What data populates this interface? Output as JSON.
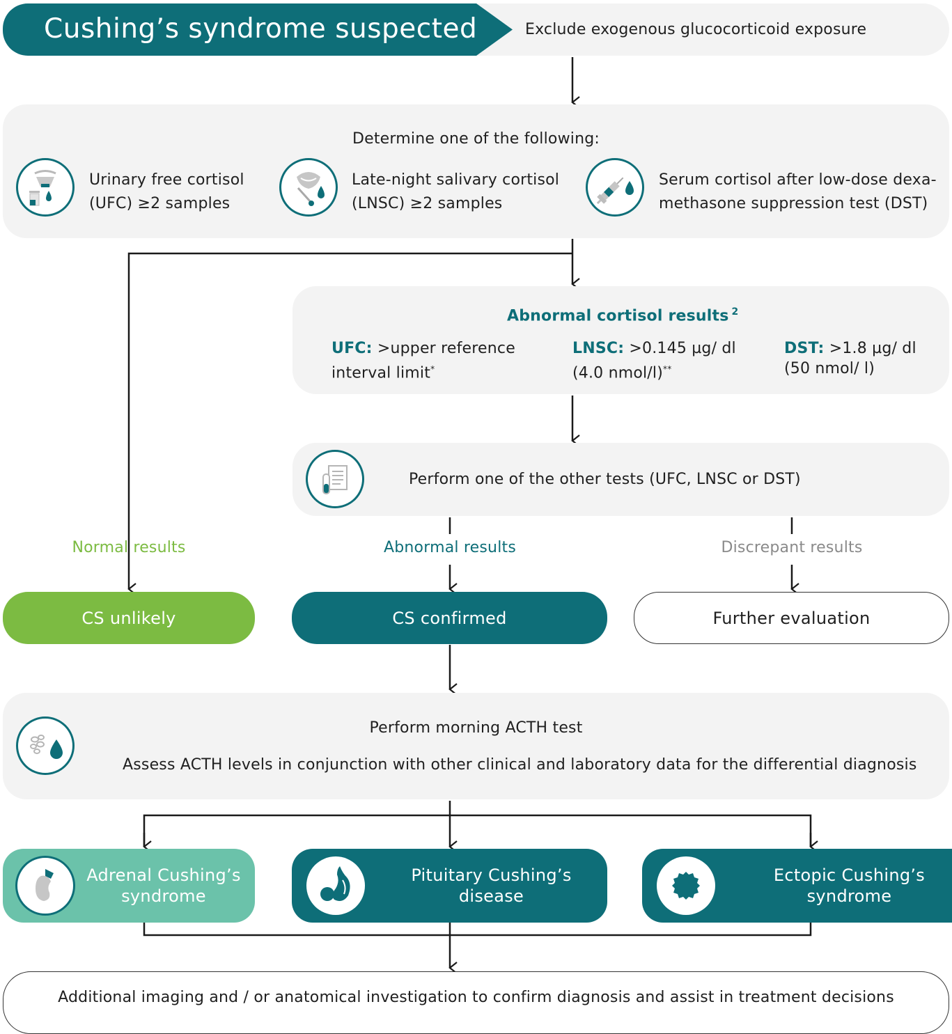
{
  "header": {
    "title": "Cushing’s syndrome suspected",
    "exclude": "Exclude exogenous glucocorticoid exposure"
  },
  "determine": {
    "heading": "Determine one of the following:",
    "tests": [
      {
        "line1": "Urinary free cortisol",
        "line2": "(UFC) ≥2 samples",
        "icon": "urine-sample-icon"
      },
      {
        "line1": "Late-night salivary cortisol",
        "line2": "(LNSC) ≥2 samples",
        "icon": "saliva-swab-icon"
      },
      {
        "line1": "Serum cortisol after low-dose dexa-",
        "line2": "methasone suppression test (DST)",
        "icon": "syringe-icon"
      }
    ]
  },
  "abnormal": {
    "heading": "Abnormal cortisol results",
    "sup": "2",
    "ufc_label": "UFC:",
    "ufc_text1": " >upper reference",
    "ufc_text2": "interval limit",
    "ufc_sup": "*",
    "lnsc_label": "LNSC:",
    "lnsc_text1": " >0.145 µg/ dl",
    "lnsc_text2": "(4.0 nmol/l)",
    "lnsc_sup": "**",
    "dst_label": "DST:",
    "dst_text1": " >1.8 µg/ dl",
    "dst_text2": "(50 nmol/ l)"
  },
  "perform_other": {
    "text": "Perform one of the other tests (UFC, LNSC or DST)",
    "icon": "lab-report-icon"
  },
  "results": {
    "normal": "Normal results",
    "abnormal": "Abnormal results",
    "discrepant": "Discrepant results"
  },
  "outcomes": {
    "unlikely": "CS unlikely",
    "confirmed": "CS confirmed",
    "further": "Further evaluation"
  },
  "acth": {
    "title": "Perform morning ACTH test",
    "desc": "Assess ACTH levels in conjunction with other clinical and laboratory data for the differential diagnosis",
    "icon": "blood-cells-icon"
  },
  "diagnoses": [
    {
      "line1": "Adrenal Cushing’s",
      "line2": "syndrome",
      "icon": "adrenal-gland-icon"
    },
    {
      "line1": "Pituitary Cushing’s",
      "line2": "disease",
      "icon": "pituitary-icon"
    },
    {
      "line1": "Ectopic Cushing’s",
      "line2": "syndrome",
      "icon": "tumor-icon"
    }
  ],
  "final": "Additional imaging and / or anatomical investigation to confirm diagnosis and assist in treatment decisions",
  "colors": {
    "teal": "#0e6e78",
    "light_teal": "#6bc2aa",
    "green": "#7cbb42",
    "grey_panel": "#f3f3f3",
    "discrepant_text": "#8a8a8a"
  }
}
